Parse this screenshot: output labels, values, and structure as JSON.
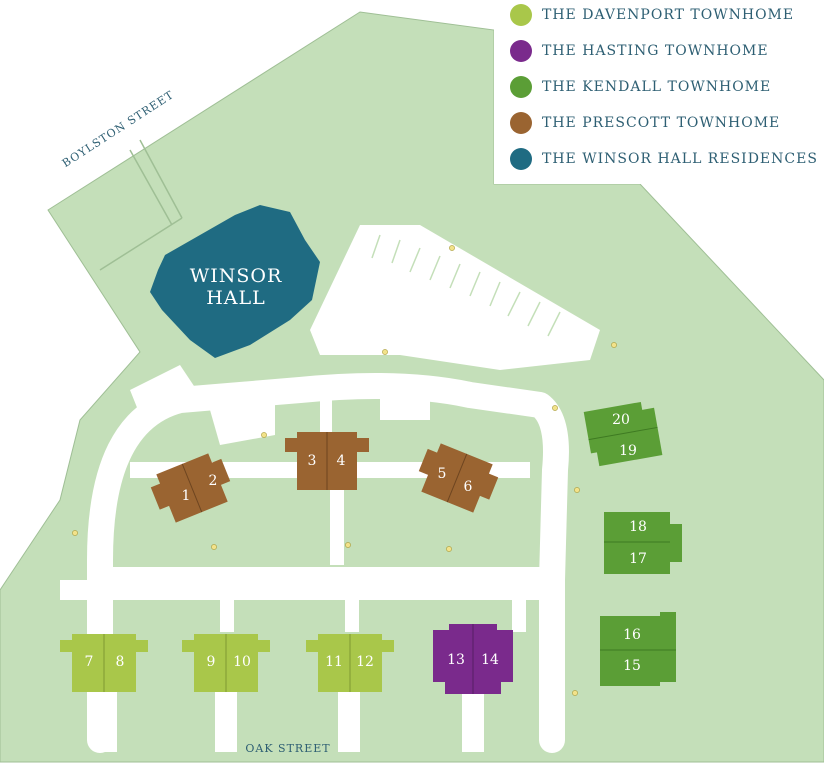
{
  "legend": {
    "items": [
      {
        "label": "THE DAVENPORT TOWNHOME",
        "color": "#a9c74a"
      },
      {
        "label": "THE HASTING TOWNHOME",
        "color": "#7a2a8c"
      },
      {
        "label": "THE KENDALL TOWNHOME",
        "color": "#5b9e36"
      },
      {
        "label": "THE PRESCOTT TOWNHOME",
        "color": "#9a6431"
      },
      {
        "label": "THE WINSOR HALL RESIDENCES",
        "color": "#1f6b82"
      }
    ]
  },
  "streets": {
    "boylston": "BOYLSTON STREET",
    "oak": "OAK STREET"
  },
  "winsor_hall": {
    "line1": "WINSOR",
    "line2": "HALL",
    "color": "#1f6b82"
  },
  "colors": {
    "grass": "#c4dfb9",
    "road": "#ffffff",
    "outline": "#9fbf95",
    "davenport": "#a9c74a",
    "hasting": "#7a2a8c",
    "kendall": "#5b9e36",
    "prescott": "#9a6431"
  },
  "units": {
    "u1": "1",
    "u2": "2",
    "u3": "3",
    "u4": "4",
    "u5": "5",
    "u6": "6",
    "u7": "7",
    "u8": "8",
    "u9": "9",
    "u10": "10",
    "u11": "11",
    "u12": "12",
    "u13": "13",
    "u14": "14",
    "u15": "15",
    "u16": "16",
    "u17": "17",
    "u18": "18",
    "u19": "19",
    "u20": "20"
  }
}
